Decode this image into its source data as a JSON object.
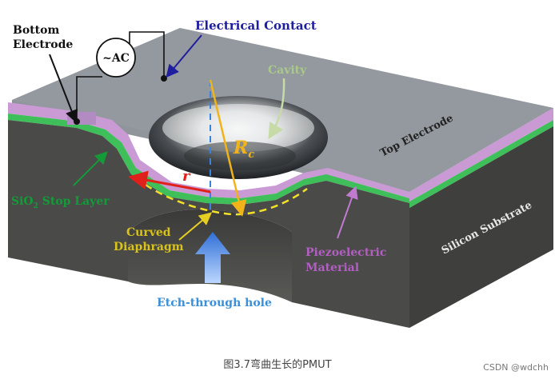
{
  "labels": {
    "bottom_electrode_line1": "Bottom",
    "bottom_electrode_line2": "Electrode",
    "ac_source": "~AC",
    "electrical_contact": "Electrical Contact",
    "cavity": "Cavity",
    "radius_of_curvature_symbol": "R",
    "radius_of_curvature_subscript": "c",
    "top_electrode": "Top Electrode",
    "radius_symbol": "r",
    "sio2_prefix": "SiO",
    "sio2_subscript": "2",
    "sio2_suffix": " Stop Layer",
    "curved_diaphragm_line1": "Curved",
    "curved_diaphragm_line2": "Diaphragm",
    "silicon_substrate": "Silicon Substrate",
    "piezoelectric_line1": "Piezoelectric",
    "piezoelectric_line2": "Material",
    "etch_through_hole": "Etch-through hole"
  },
  "caption": "图3.7弯曲生长的PMUT",
  "watermark": "CSDN @wdchh",
  "colors": {
    "top_surface": "#8f959b",
    "substrate": "#4a4a48",
    "piezo": "#c99ad4",
    "sio2": "#3fbf5a",
    "label_blue": "#1e1e9e",
    "label_green": "#159a3a",
    "label_yellow": "#d9c21a",
    "label_purple": "#b25ec2",
    "label_etch": "#3a8fd8",
    "cavity_label": "#a8c98a",
    "arrow_red": "#e0201a",
    "arrow_orange": "#f0b41a"
  }
}
